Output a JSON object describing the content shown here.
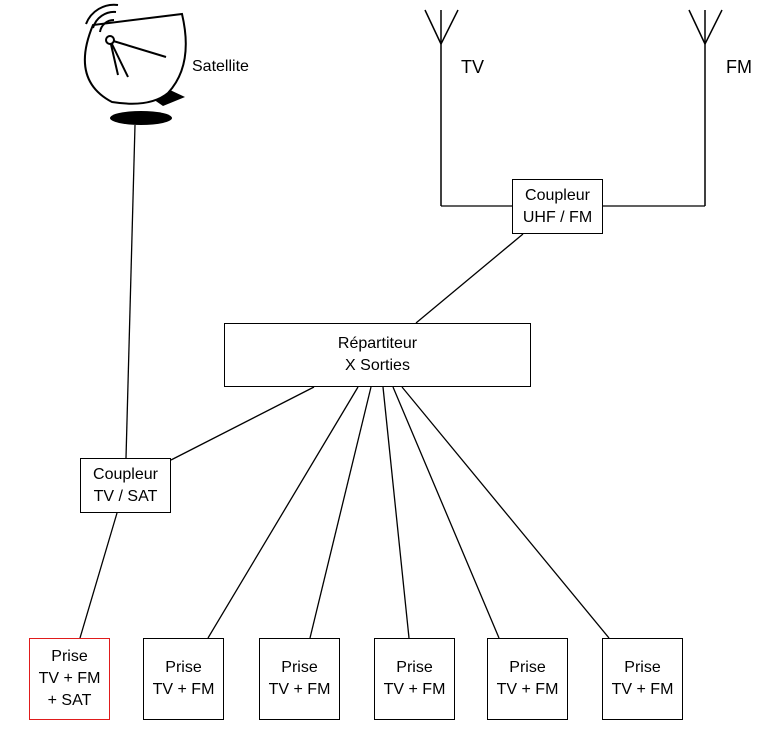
{
  "labels": {
    "satellite": "Satellite",
    "tv_antenna": "TV",
    "fm_antenna": "FM"
  },
  "coupler_uhf_fm": {
    "line1": "Coupleur",
    "line2": "UHF / FM"
  },
  "splitter": {
    "line1": "Répartiteur",
    "line2": "X Sorties"
  },
  "coupler_tv_sat": {
    "line1": "Coupleur",
    "line2": "TV / SAT"
  },
  "outlet_sat": {
    "line1": "Prise",
    "line2": "TV + FM",
    "line3": "+ SAT",
    "border_color": "#e01b1b"
  },
  "outlets": [
    {
      "line1": "Prise",
      "line2": "TV + FM"
    },
    {
      "line1": "Prise",
      "line2": "TV + FM"
    },
    {
      "line1": "Prise",
      "line2": "TV + FM"
    },
    {
      "line1": "Prise",
      "line2": "TV + FM"
    },
    {
      "line1": "Prise",
      "line2": "TV + FM"
    }
  ],
  "icons": [
    "satellite-dish-icon",
    "tv-antenna-icon",
    "fm-antenna-icon"
  ]
}
